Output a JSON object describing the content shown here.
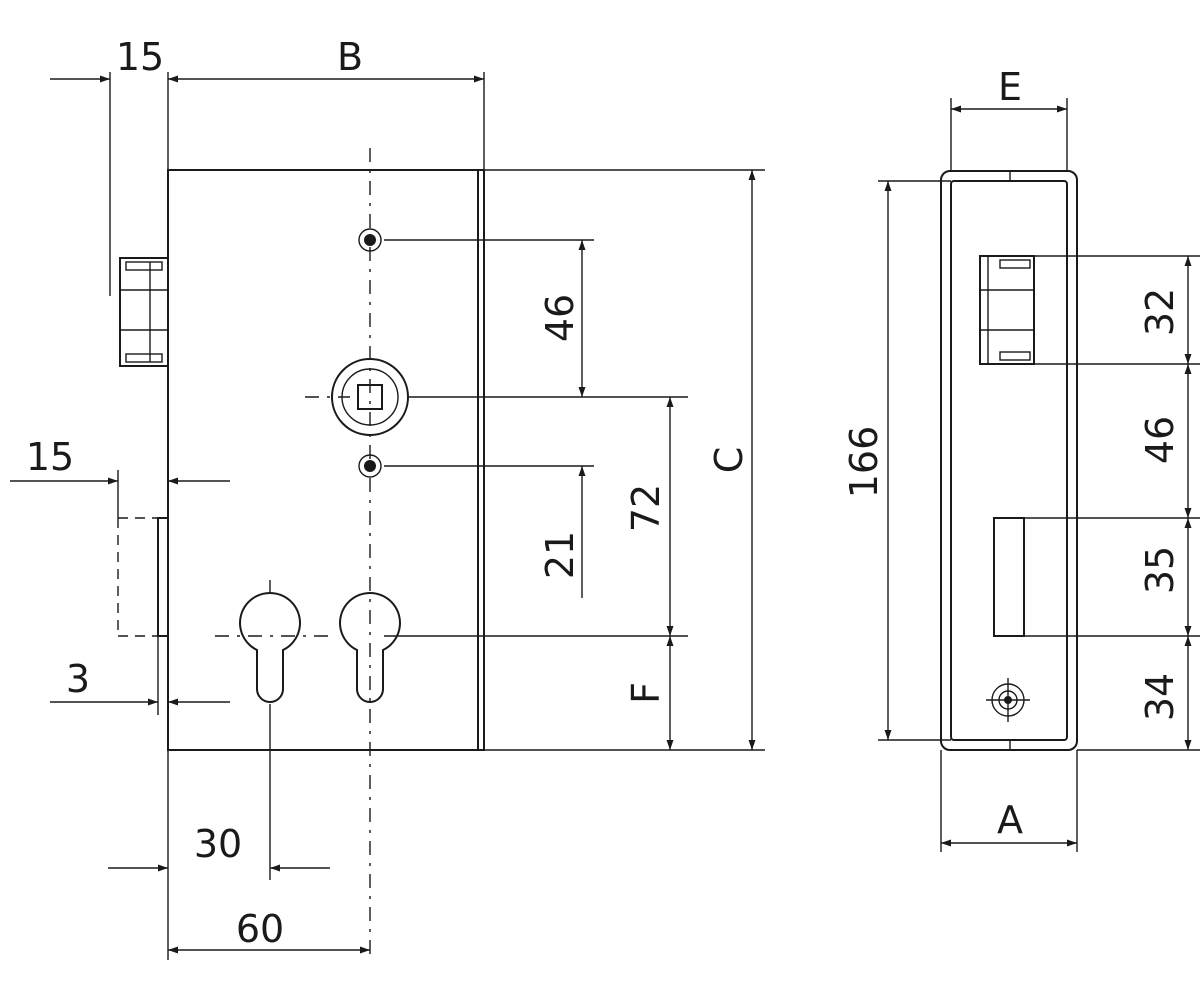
{
  "front_view": {
    "dim_15_top": "15",
    "dim_B": "B",
    "dim_C": "C",
    "dim_46": "46",
    "dim_72": "72",
    "dim_21": "21",
    "dim_F": "F",
    "dim_15_side": "15",
    "dim_3": "3",
    "dim_30": "30",
    "dim_60": "60"
  },
  "side_view": {
    "dim_E": "E",
    "dim_166": "166",
    "dim_32": "32",
    "dim_46": "46",
    "dim_35": "35",
    "dim_34": "34",
    "dim_A": "A"
  }
}
